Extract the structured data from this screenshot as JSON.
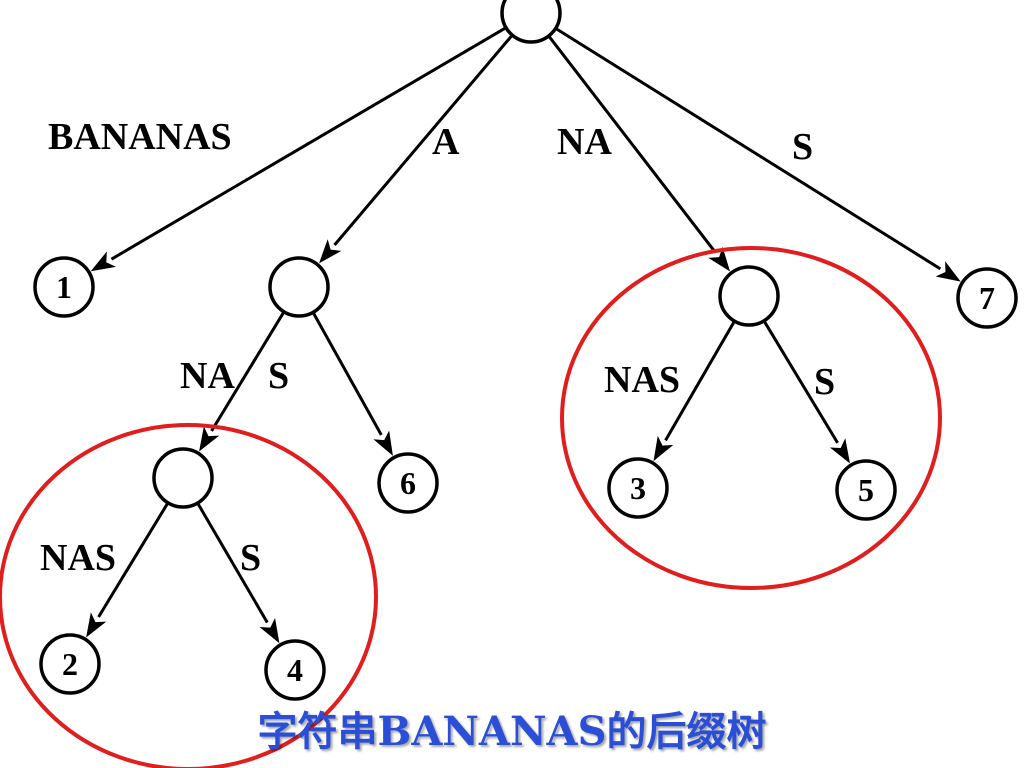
{
  "caption": "字符串BANANAS的后缀树",
  "colors": {
    "caption": "#2a4fd6",
    "highlight": "#e01e1e",
    "ink": "#000000"
  },
  "tree": {
    "nodes": [
      {
        "id": "root",
        "label": ""
      },
      {
        "id": "n1",
        "label": "1"
      },
      {
        "id": "nA",
        "label": ""
      },
      {
        "id": "nNA",
        "label": ""
      },
      {
        "id": "n7",
        "label": "7"
      },
      {
        "id": "nANA",
        "label": ""
      },
      {
        "id": "n6",
        "label": "6"
      },
      {
        "id": "n3",
        "label": "3"
      },
      {
        "id": "n5",
        "label": "5"
      },
      {
        "id": "n2",
        "label": "2"
      },
      {
        "id": "n4",
        "label": "4"
      }
    ],
    "edges": [
      {
        "from": "root",
        "to": "n1",
        "label": "BANANAS"
      },
      {
        "from": "root",
        "to": "nA",
        "label": "A"
      },
      {
        "from": "root",
        "to": "nNA",
        "label": "NA"
      },
      {
        "from": "root",
        "to": "n7",
        "label": "S"
      },
      {
        "from": "nA",
        "to": "nANA",
        "label": "NA"
      },
      {
        "from": "nA",
        "to": "n6",
        "label": "S"
      },
      {
        "from": "nNA",
        "to": "n3",
        "label": "NAS"
      },
      {
        "from": "nNA",
        "to": "n5",
        "label": "S"
      },
      {
        "from": "nANA",
        "to": "n2",
        "label": "NAS"
      },
      {
        "from": "nANA",
        "to": "n4",
        "label": "S"
      }
    ],
    "highlighted_subtrees": [
      "nANA",
      "nNA"
    ]
  }
}
